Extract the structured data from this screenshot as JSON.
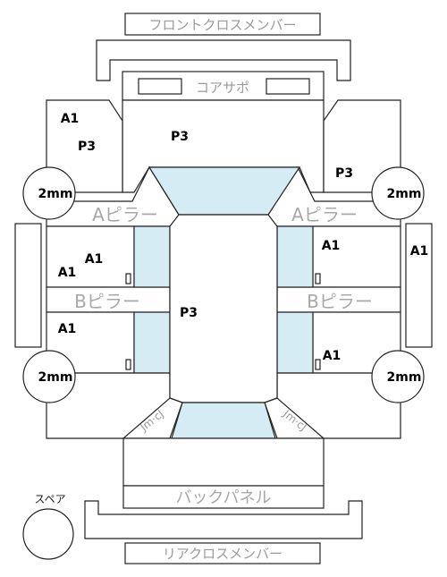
{
  "labels": {
    "front_cross_member": "フロントクロスメンバー",
    "core_support": "コアサポ",
    "a_pillar": "Aピラー",
    "b_pillar": "Bピラー",
    "back_panel": "バックパネル",
    "rear_cross_member": "リアクロスメンバー",
    "spare": "スペア",
    "diagonal": "Jm·cJ"
  },
  "tires": {
    "front_left": "2mm",
    "front_right": "2mm",
    "rear_left": "2mm",
    "rear_right": "2mm"
  },
  "grades": {
    "front_fender_left": "A1",
    "front_fender_left_p": "P3",
    "hood": "P3",
    "front_fender_right": "P3",
    "front_door_left_outer": "A1",
    "front_door_left_inner": "A1",
    "rear_door_left": "A1",
    "roof": "P3",
    "front_door_right": "A1",
    "rear_door_right": "A1",
    "side_right": "A1"
  },
  "colors": {
    "glass": "#d5ecf4",
    "outline": "#222222",
    "label_gray": "#9a9a9a"
  }
}
